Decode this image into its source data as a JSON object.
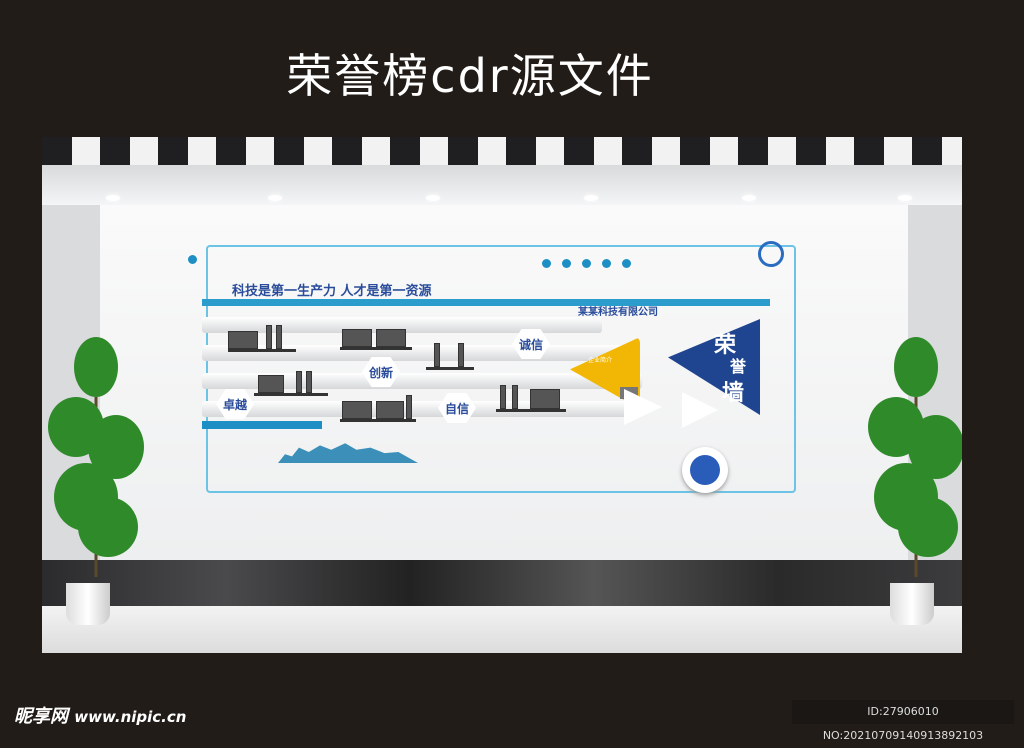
{
  "title": "荣誉榜cdr源文件",
  "wall": {
    "slogan": "科技是第一生产力 人才是第一资源",
    "company": "某某科技有限公司",
    "values": [
      "卓越",
      "创新",
      "诚信",
      "自信"
    ],
    "yellow_label": "企业简介",
    "honor_wall": [
      "荣",
      "誉",
      "墙"
    ]
  },
  "colors": {
    "accent_blue": "#2b9dcc",
    "navy": "#1f4590",
    "yellow": "#f2b705"
  },
  "watermark": {
    "logo": "昵享网",
    "url": "www.nipic.cn",
    "id": "ID:27906010 NO:20210709140913892103"
  }
}
